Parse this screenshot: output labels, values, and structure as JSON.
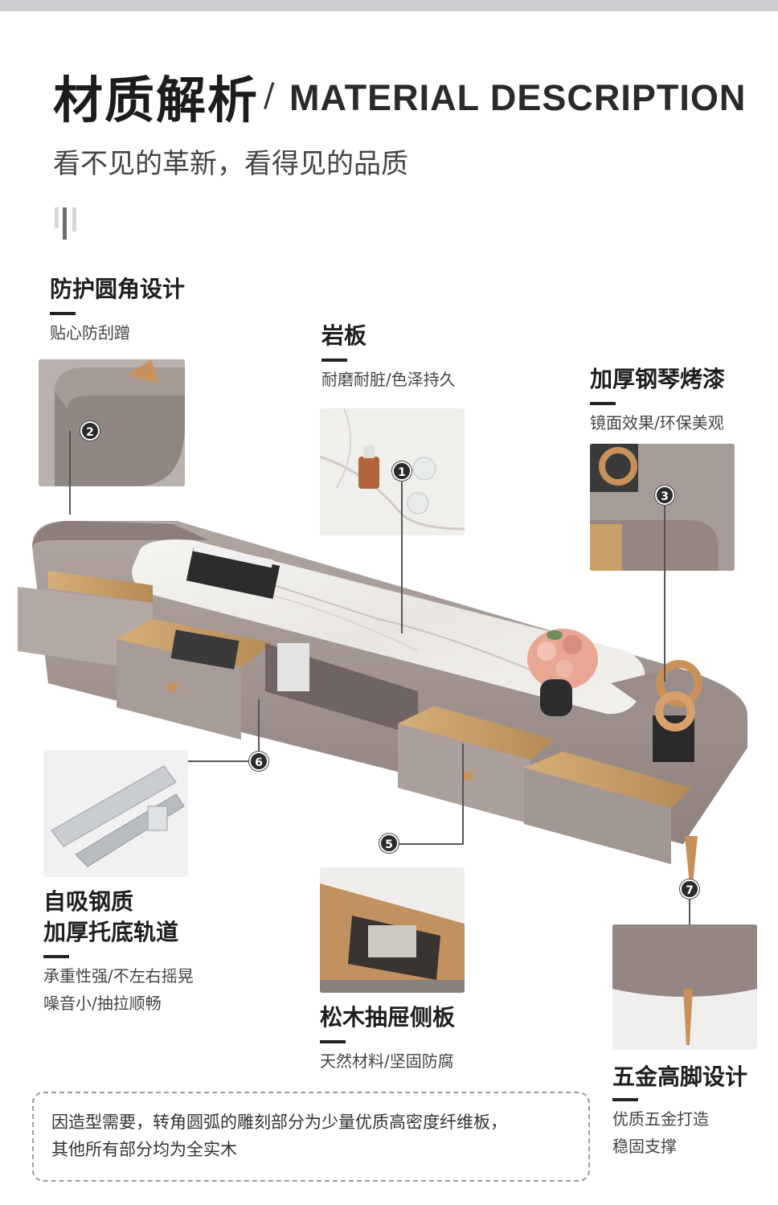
{
  "header": {
    "title_cn": "材质解析",
    "separator": "/",
    "title_en": "MATERIAL DESCRIPTION",
    "subtitle": "看不见的革新，看得见的品质"
  },
  "features": {
    "rounded_corner": {
      "title": "防护圆角设计",
      "desc": "贴心防刮蹭",
      "marker": "2"
    },
    "rock_slab": {
      "title": "岩板",
      "desc": "耐磨耐脏/色泽持久",
      "marker": "1"
    },
    "piano_paint": {
      "title": "加厚钢琴烤漆",
      "desc": "镜面效果/环保美观",
      "marker": "3"
    },
    "rail": {
      "title_line1": "自吸钢质",
      "title_line2": "加厚托底轨道",
      "desc_line1": "承重性强/不左右摇晃",
      "desc_line2": "噪音小/抽拉顺畅",
      "marker": "6"
    },
    "pine_side": {
      "title": "松木抽屉侧板",
      "desc": "天然材料/坚固防腐",
      "marker": "5"
    },
    "high_leg": {
      "title": "五金高脚设计",
      "desc_line1": "优质五金打造",
      "desc_line2": "稳固支撑",
      "marker": "7"
    }
  },
  "note": {
    "line1": "因造型需要，转角圆弧的雕刻部分为少量优质高密度纤维板，",
    "line2": "其他所有部分均为全实木"
  },
  "colors": {
    "cabinet": "#9d8f8b",
    "marble": "#f1efec",
    "wood": "#c8a06a",
    "gold": "#c9915a",
    "text_dark": "#1e1e1e"
  }
}
